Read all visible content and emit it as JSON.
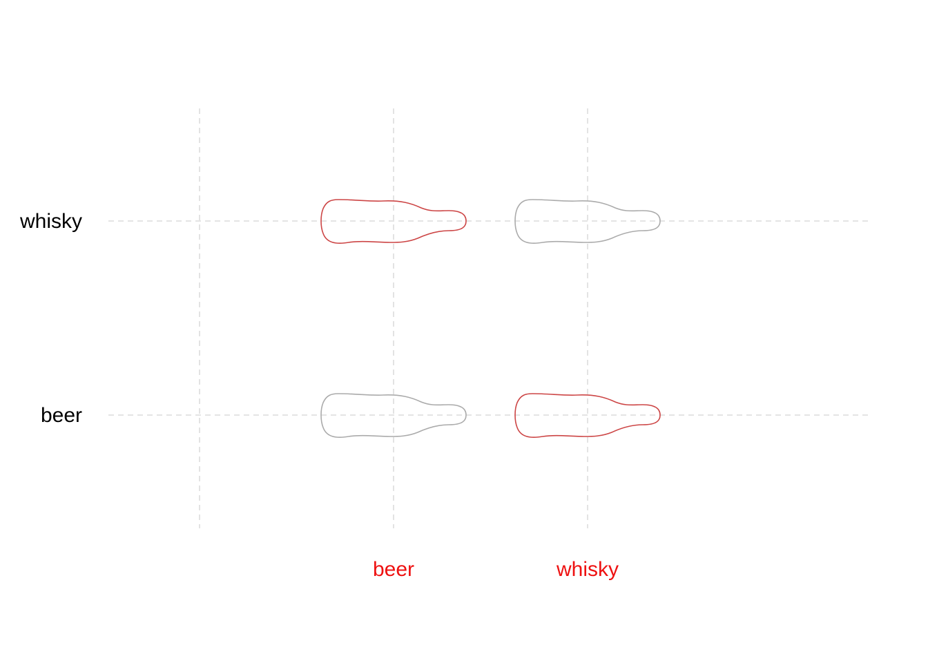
{
  "chart_data": {
    "type": "scatter",
    "marker": "bottle-outline",
    "title": "",
    "xlabel": "",
    "ylabel": "",
    "x_categories": [
      "beer",
      "whisky"
    ],
    "y_categories": [
      "beer",
      "whisky"
    ],
    "x_tick_color": "#ee1111",
    "y_tick_color": "#000000",
    "highlight_color": "#cc4444",
    "default_color": "#aaaaaa",
    "grid": true,
    "grid_style": "dashed",
    "points": [
      {
        "x": "beer",
        "y": "whisky",
        "highlighted": true
      },
      {
        "x": "whisky",
        "y": "whisky",
        "highlighted": false
      },
      {
        "x": "beer",
        "y": "beer",
        "highlighted": false
      },
      {
        "x": "whisky",
        "y": "beer",
        "highlighted": true
      }
    ]
  }
}
